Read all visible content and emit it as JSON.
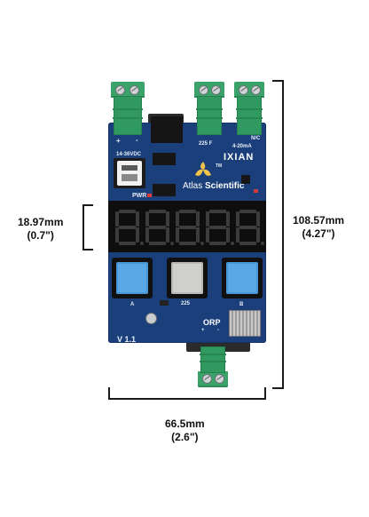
{
  "dimensions": {
    "height_mm": "108.57mm",
    "height_in": "(4.27\")",
    "display_mm": "18.97mm",
    "display_in": "(0.7\")",
    "width_mm": "66.5mm",
    "width_in": "(2.6\")"
  },
  "board": {
    "power_range": "14-36VDC",
    "pwr": "PWR",
    "label_225_f": "225  F",
    "label_4_20": "4-20mA",
    "label_nc": "N/C",
    "plus": "+",
    "minus": "-",
    "brand_atlas": "Atlas",
    "brand_scientific": "Scientific",
    "tm": "TM",
    "ixian": "IXIAN",
    "btn_a": "A",
    "btn_225": "225",
    "btn_b": "B",
    "orp": "ORP",
    "version": "V 1.1"
  },
  "colors": {
    "pcb": "#1a3f7a",
    "terminal": "#2f9960",
    "button_blue": "#5aa8e6",
    "button_gray": "#cfd0cc"
  }
}
